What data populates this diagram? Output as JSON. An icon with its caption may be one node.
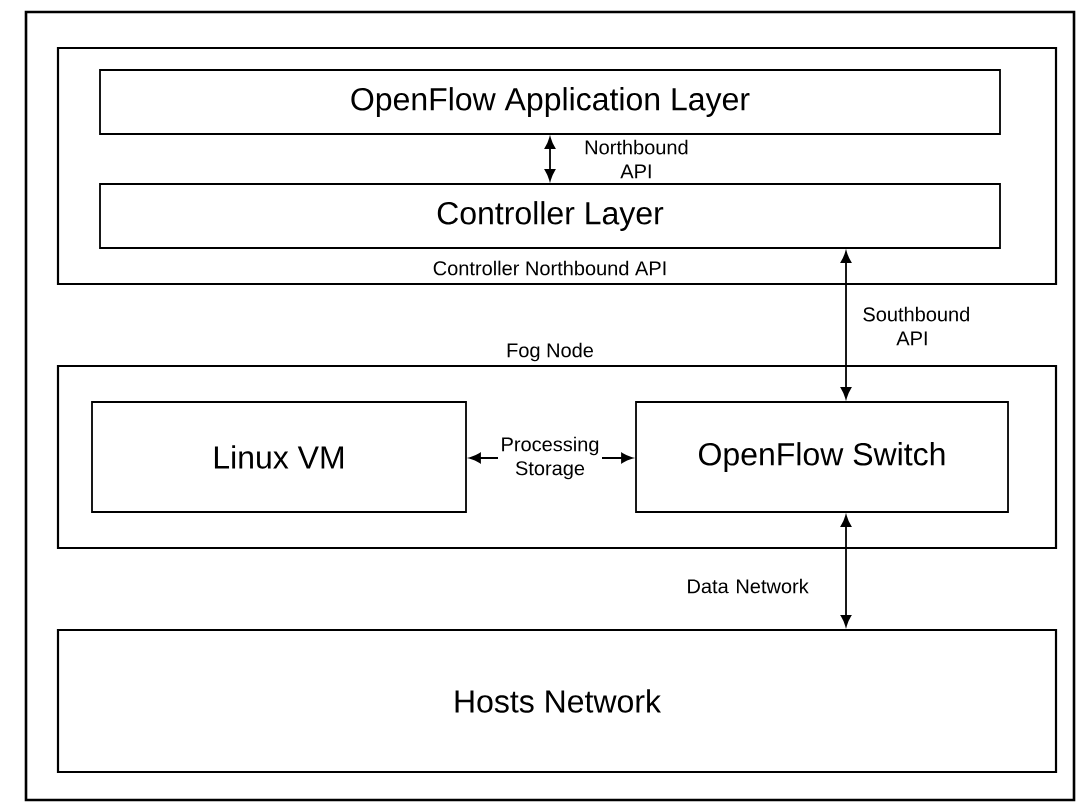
{
  "diagram": {
    "nodes": [
      {
        "text": [
          "Controller Northbound API"
        ]
      },
      {
        "text": [
          "OpenFlow Application Layer"
        ],
        "in": 0
      },
      {
        "text": [
          "Controller Layer"
        ],
        "in": 0
      },
      {
        "text": [
          "Fog Node"
        ]
      },
      {
        "text": [
          "Linux VM"
        ],
        "in": 3
      },
      {
        "text": [
          "OpenFlow Switch"
        ],
        "in": 3
      },
      {
        "text": [
          "Hosts Network"
        ]
      }
    ],
    "edges": [
      {
        "from": 1,
        "to": 2,
        "arrow": "both",
        "label": "Northbound API"
      },
      {
        "from": 2,
        "to": 5,
        "arrow": "both",
        "label": "Southbound API"
      },
      {
        "from": 4,
        "to": 5,
        "arrow": "both",
        "label": "Processing Storage"
      },
      {
        "from": 5,
        "to": 6,
        "arrow": "both",
        "label": "Data Network"
      }
    ]
  }
}
